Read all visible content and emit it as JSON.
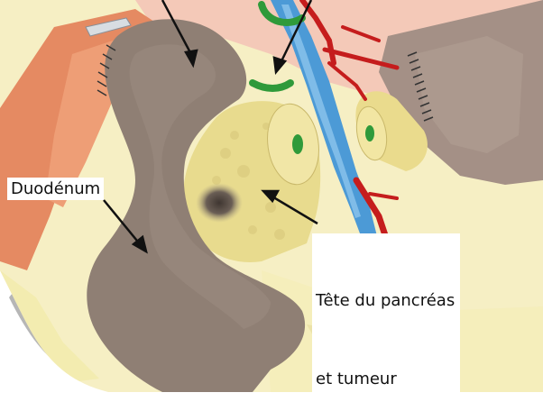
{
  "labels": {
    "duodenum": "Duodénum",
    "tete_line1": "Tête du pancréas",
    "tete_line2": "et tumeur"
  },
  "colors": {
    "duodenum": "#8f7f74",
    "pancreas": "#e8db8e",
    "liver_orange": "#e58a62",
    "fat_yellow": "#f3ecb0",
    "vessel_blue": "#4c9ad6",
    "artery_red": "#c51d1d",
    "vein_green": "#2f9a3a",
    "tumor": "#5a4f4a"
  }
}
